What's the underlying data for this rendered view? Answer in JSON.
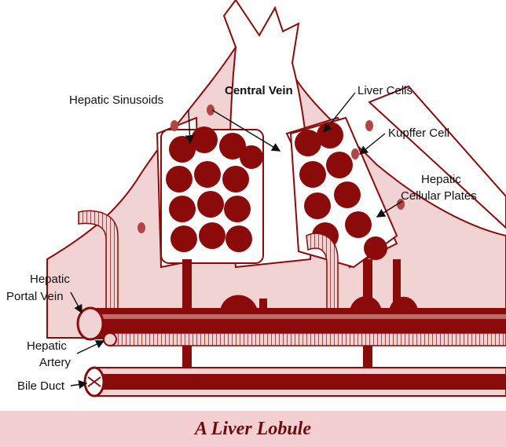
{
  "labels": {
    "central_vein": "Central Vein",
    "hepatic_sinusoids": "Hepatic Sinusoids",
    "liver_cells": "Liver Cells",
    "kupffer_cell": "Kupffer Cell",
    "cellular_plates_line1": "Hepatic",
    "cellular_plates_line2": "Cellular Plates",
    "portal_vein_line1": "Hepatic",
    "portal_vein_line2": "Portal Vein",
    "artery_line1": "Hepatic",
    "artery_line2": "Artery",
    "bile_duct": "Bile Duct"
  },
  "caption": "A Liver Lobule",
  "colors": {
    "tissue": "#8b0a0a",
    "tissue_light": "#d79a9a",
    "tissue_pale": "#f2d3d3",
    "caption_bg": "#f3cfd1",
    "caption_text": "#6b0d0d"
  }
}
